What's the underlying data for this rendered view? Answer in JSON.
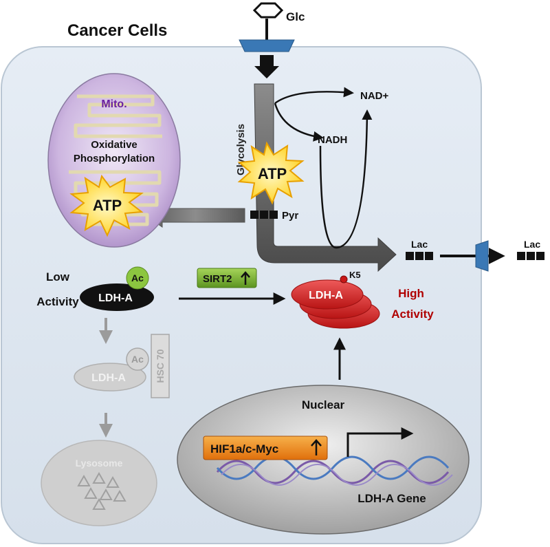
{
  "title": "Cancer Cells",
  "glucose": "Glc",
  "glycolysis": "Glycolysis",
  "atp_glycolysis": "ATP",
  "nad_plus": "NAD+",
  "nadh": "NADH",
  "pyruvate": "Pyr",
  "lactate_inside": "Lac",
  "lactate_outside": "Lac",
  "mito": {
    "label": "Mito.",
    "oxphos_line1": "Oxidative",
    "oxphos_line2": "Phosphorylation",
    "atp": "ATP"
  },
  "ldha_low": {
    "label": "LDH-A",
    "ac": "Ac",
    "activity_line1": "Low",
    "activity_line2": "Activity"
  },
  "sirt2": "SIRT2",
  "ldha_high": {
    "label": "LDH-A",
    "k5": "K5",
    "activity_line1": "High",
    "activity_line2": "Activity"
  },
  "degradation": {
    "ldha": "LDH-A",
    "ac": "Ac",
    "hsc70": "HSC 70",
    "lysosome": "Lysosome"
  },
  "nucleus": {
    "label": "Nuclear",
    "tf": "HIF1a/c-Myc",
    "gene": "LDH-A Gene"
  },
  "colors": {
    "cell_fill": "#dde6f0",
    "high_ldha": "#d62828",
    "high_text": "#b00000",
    "sirt2": "#7ab32e",
    "tf_box": "#f08a1c",
    "mito_text": "#6a1fa0",
    "transporter": "#3a78b5"
  }
}
